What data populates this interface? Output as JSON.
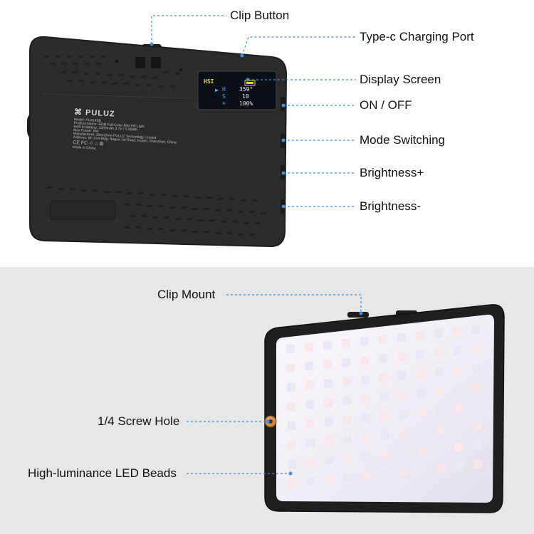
{
  "colors": {
    "callout_line": "#3a8ee6",
    "device_body": "#2b2b2b",
    "led_panel": "#f2eff6",
    "screen_bg": "#0b0f18"
  },
  "top_labels": {
    "clip_button": "Clip Button",
    "charging_port": "Type-c Charging Port",
    "display_screen": "Display Screen",
    "on_off": "ON / OFF",
    "mode_switching": "Mode Switching",
    "brightness_plus": "Brightness+",
    "brightness_minus": "Brightness-"
  },
  "bottom_labels": {
    "clip_mount": "Clip Mount",
    "screw_hole": "1/4 Screw Hole",
    "led_beads": "High-luminance LED Beads"
  },
  "screen": {
    "mode": "HSI",
    "h_label": "H",
    "h_value": "359°",
    "s_label": "S",
    "s_value": "10",
    "b_label": "☀",
    "b_value": "100%"
  },
  "device_back": {
    "brand": "PULUZ",
    "lines": [
      "Model: PU4142B",
      "Product Name: RGB Full-Color Mini Fill Light",
      "Built-in Battery: 1500mAh 3.7V / 5.55Wh",
      "Max Power: 8W",
      "Manufacturer: Shenzhen PULUZ Technology Limited",
      "Address: 6F, 014 Bldg, Bagua 1st Road, Futian, Shenzhen, China",
      "CE FC ♲ ⌂ ⊠",
      "Made in China"
    ]
  }
}
